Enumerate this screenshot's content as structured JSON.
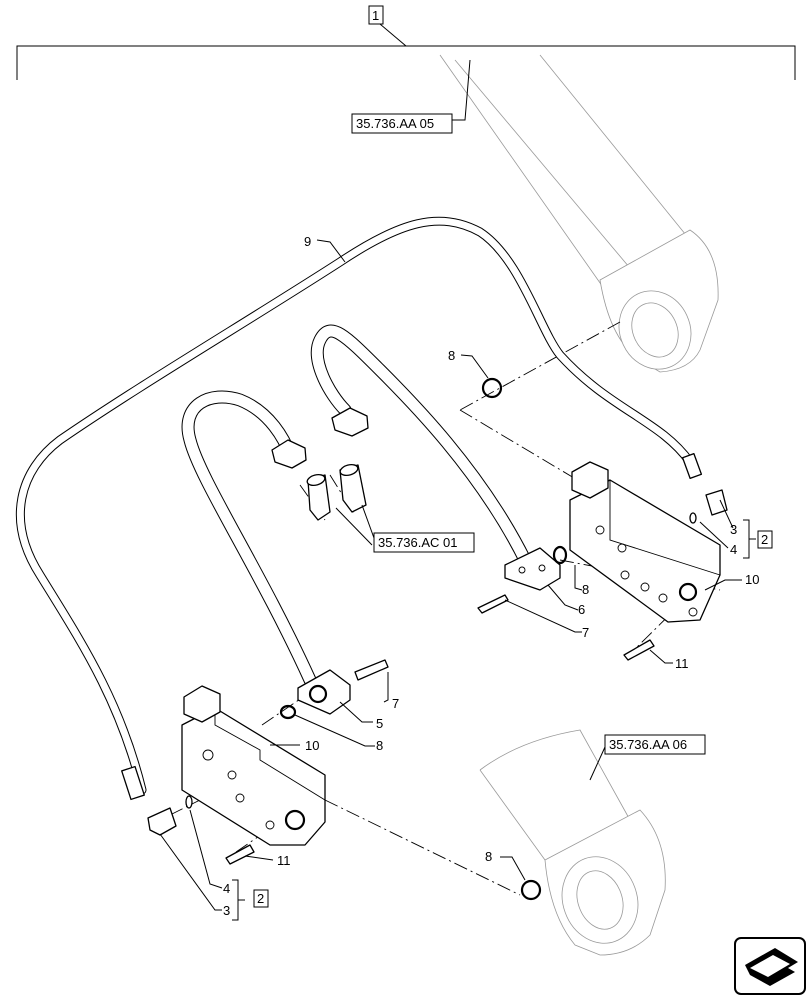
{
  "diagram": {
    "top_callout": "1",
    "references": {
      "top": "35.736.AA 05",
      "middle": "35.736.AC 01",
      "bottom": "35.736.AA 06"
    },
    "group_callouts": {
      "right": "2",
      "left": "2"
    },
    "labels": {
      "hose_9": "9",
      "oring_8_top": "8",
      "oring_8_right": "8",
      "oring_8_left": "8",
      "oring_8_bottom": "8",
      "item_3_right": "3",
      "item_4_right": "4",
      "item_10_right": "10",
      "item_6": "6",
      "item_7_right": "7",
      "item_11_right": "11",
      "item_7_left": "7",
      "item_5": "5",
      "item_10_left": "10",
      "item_11_left": "11",
      "item_4_left": "4",
      "item_3_left": "3"
    }
  }
}
